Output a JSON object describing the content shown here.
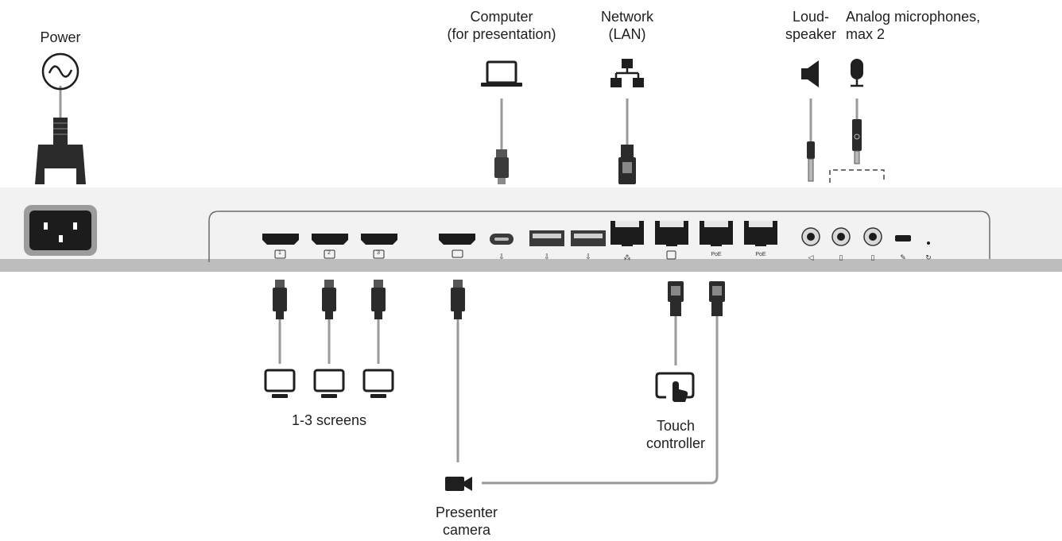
{
  "labels": {
    "power": "Power",
    "computer_line1": "Computer",
    "computer_line2": "(for presentation)",
    "network_line1": "Network",
    "network_line2": "(LAN)",
    "loudspeaker_line1": "Loud-",
    "loudspeaker_line2": "speaker",
    "mics_line1": "Analog microphones,",
    "mics_line2": "max 2",
    "screens": "1-3 screens",
    "touch_line1": "Touch",
    "touch_line2": "controller",
    "camera_line1": "Presenter",
    "camera_line2": "camera"
  },
  "ports": {
    "screen_numbers": [
      "1",
      "2",
      "3"
    ],
    "poe_1": "PoE",
    "poe_2": "PoE"
  },
  "colors": {
    "panel": "#f2f2f2",
    "panel_bottom": "#bfbfbf",
    "connector": "#2b2b2b",
    "cable": "#9a9a9a",
    "icon": "#1f1f1f"
  },
  "icons": [
    "power-ac-icon",
    "laptop-icon",
    "network-icon",
    "speaker-icon",
    "microphone-icon",
    "monitor-icon",
    "touch-panel-icon",
    "camera-icon"
  ]
}
